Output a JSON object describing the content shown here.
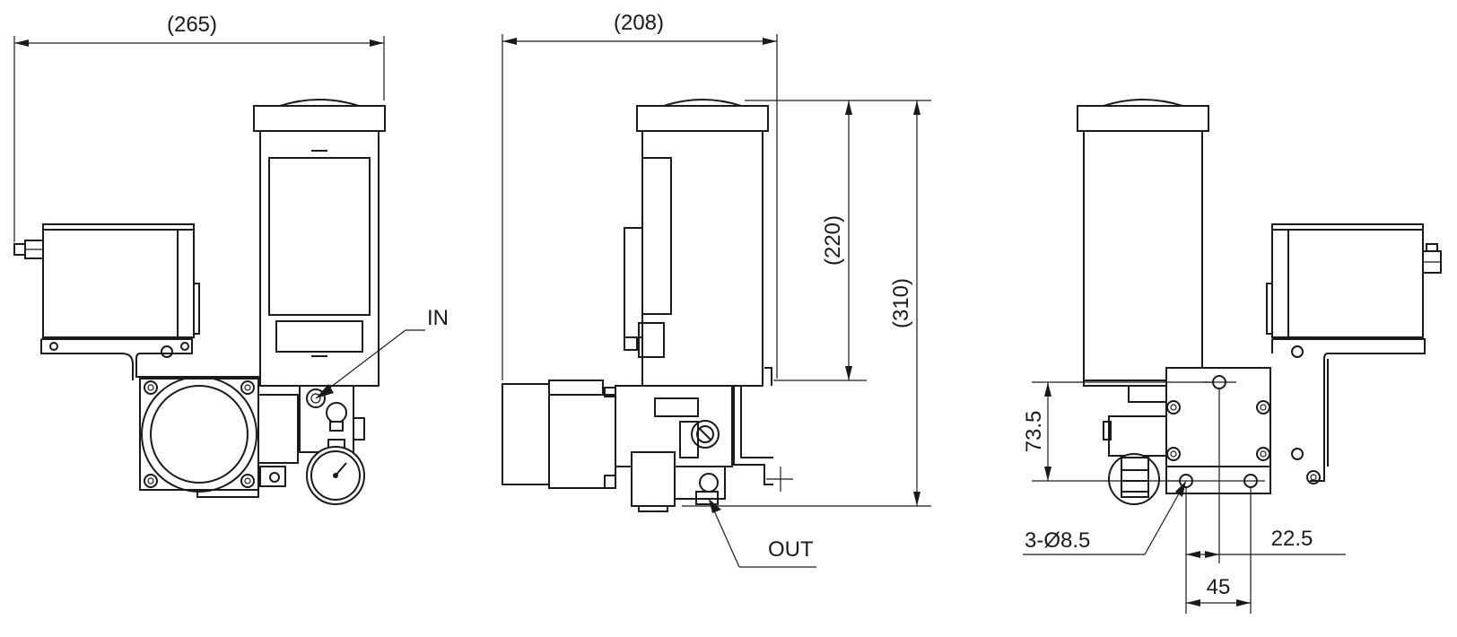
{
  "colors": {
    "line": "#1a1a1a",
    "background": "#ffffff"
  },
  "dimensions": {
    "front_width": "(265)",
    "side_width": "(208)",
    "reservoir_height": "(220)",
    "overall_height": "(310)",
    "mount_height": "73.5",
    "hole_spec": "3-Ø8.5",
    "hole_pitch_small": "22.5",
    "hole_pitch_large": "45"
  },
  "ports": {
    "inlet": "IN",
    "outlet": "OUT"
  }
}
